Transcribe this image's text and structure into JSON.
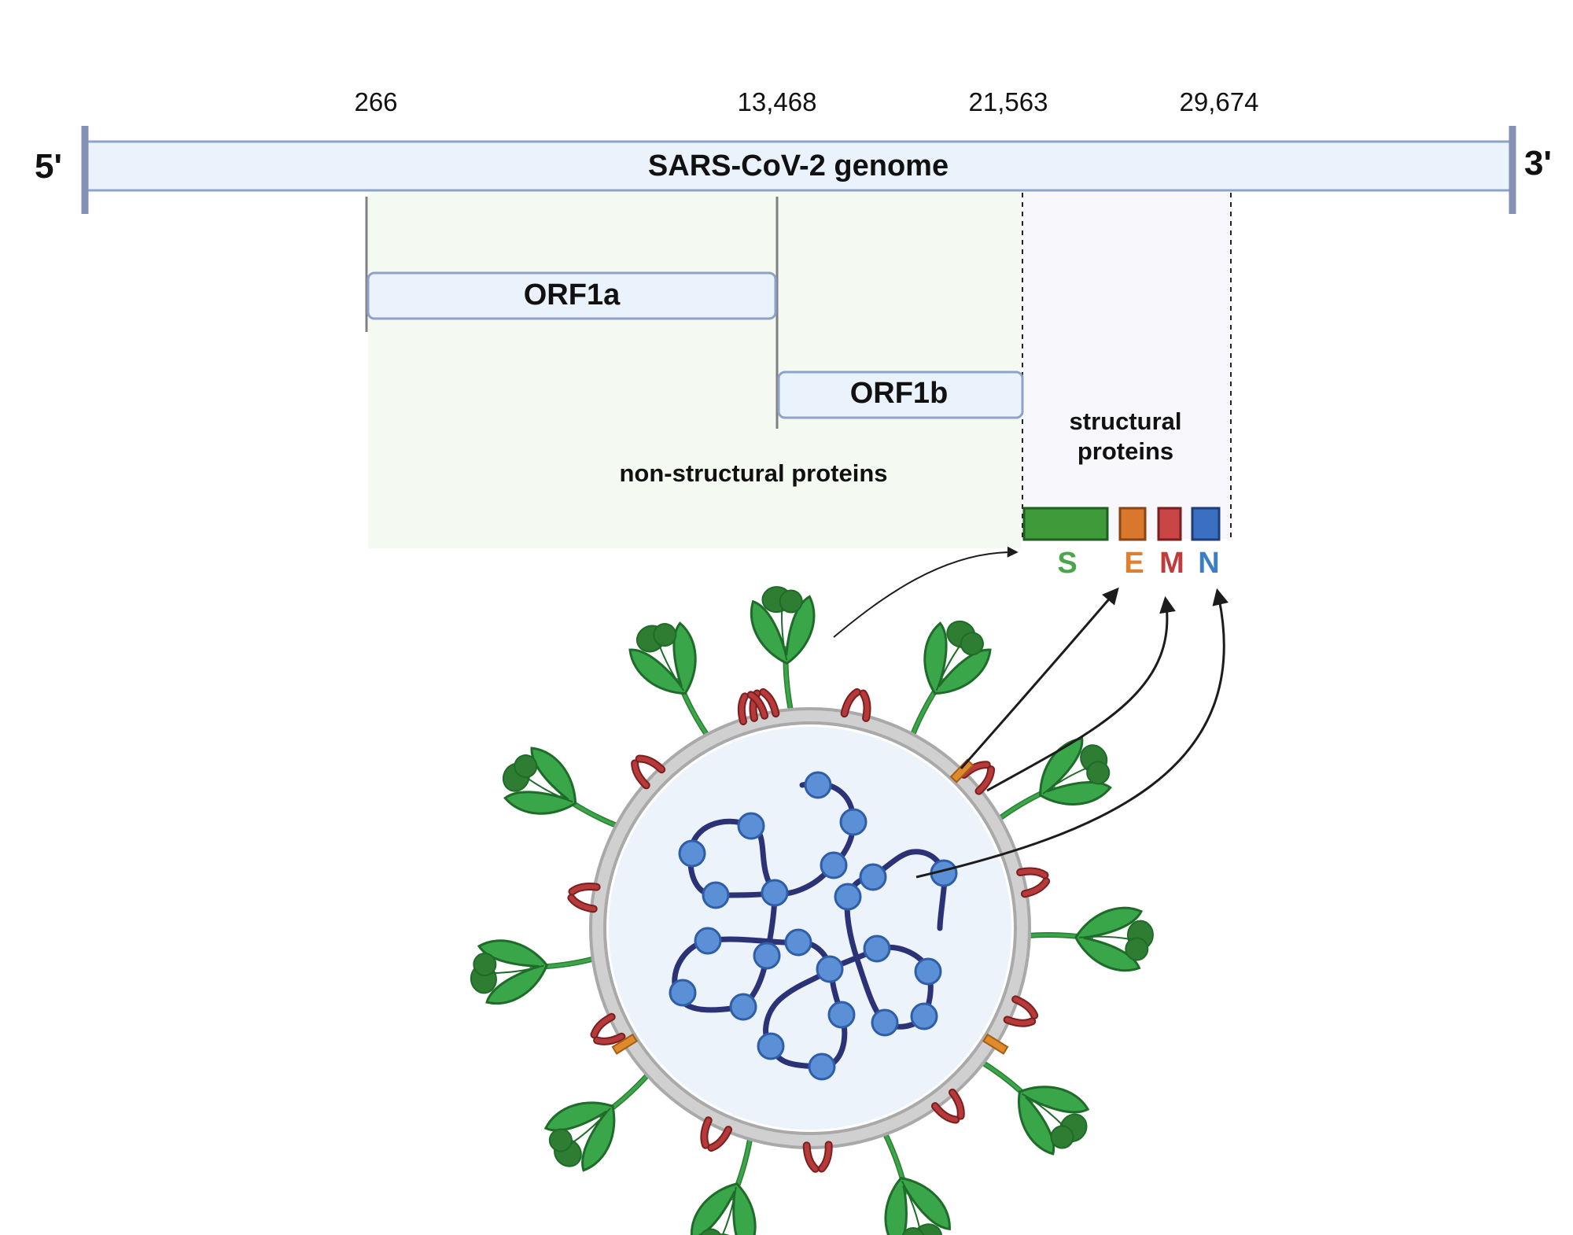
{
  "genome": {
    "title": "SARS-CoV-2 genome",
    "five_prime": "5'",
    "three_prime": "3'",
    "positions": [
      "266",
      "13,468",
      "21,563",
      "29,674"
    ]
  },
  "orfs": {
    "orf1a": "ORF1a",
    "orf1b": "ORF1b"
  },
  "regions": {
    "non_structural": "non-structural proteins",
    "structural_line1": "structural",
    "structural_line2": "proteins"
  },
  "proteins": [
    {
      "label": "S",
      "color": "#3f9b3a"
    },
    {
      "label": "E",
      "color": "#d9782d"
    },
    {
      "label": "M",
      "color": "#c94646"
    },
    {
      "label": "N",
      "color": "#3b6fc1"
    }
  ],
  "colors": {
    "genome_fill": "#eaf2fc",
    "genome_stroke": "#8fa3c8",
    "nsp_region": "#f4f9f1",
    "sp_region": "#f7f7fc",
    "spike": "#3aa64a",
    "spike_dark": "#2e7d32",
    "membrane_protein": "#b63a3a",
    "envelope_protein": "#e08a2c",
    "nucleocapsid": "#5b8fd6",
    "rna": "#2b3275",
    "virion_membrane": "#c6c6c6",
    "virion_inside": "#edf3fb"
  }
}
